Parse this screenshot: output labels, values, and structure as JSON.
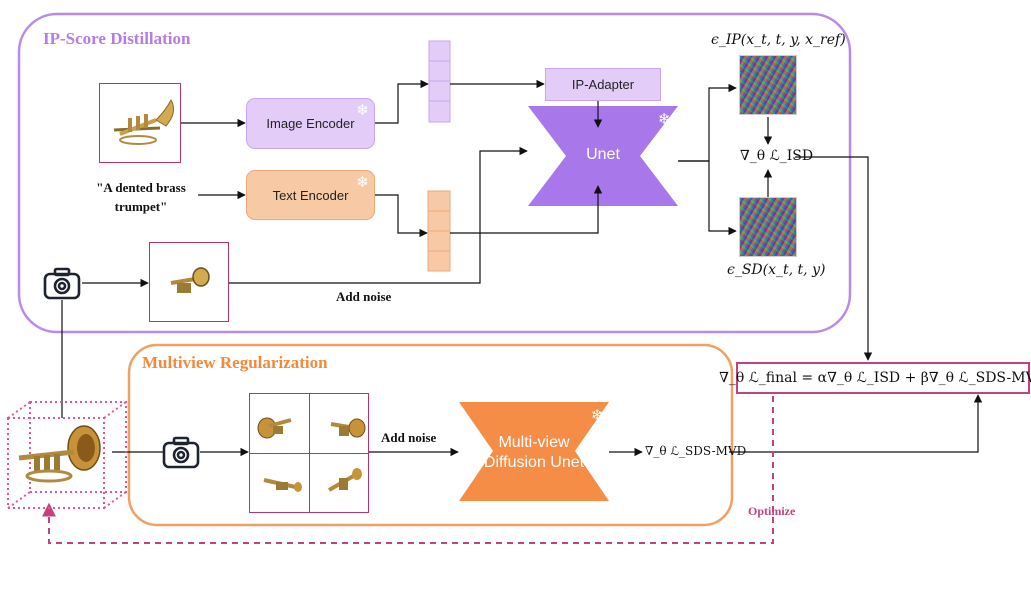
{
  "sections": {
    "isd_title": "IP-Score Distillation",
    "mv_title": "Multiview Regularization"
  },
  "blocks": {
    "image_encoder": "Image Encoder",
    "text_encoder": "Text Encoder",
    "ip_adapter": "IP-Adapter",
    "unet": "Unet",
    "mv_unet_line1": "Multi-view",
    "mv_unet_line2": "Diffusion Unet"
  },
  "text": {
    "prompt_line1": "\"A dented  brass",
    "prompt_line2": "trumpet\"",
    "add_noise_top": "Add noise",
    "add_noise_bottom": "Add noise",
    "optimize": "Optimize"
  },
  "math": {
    "eps_ip": "ϵ_IP(x_t, t, y, x_ref)",
    "eps_sd": "ϵ_SD(x_t, t, y)",
    "grad_isd": "∇_θ ℒ_ISD",
    "grad_sds_mvd": "∇_θ ℒ_SDS-MVD",
    "grad_final": "∇_θ ℒ_final = α∇_θ ℒ_ISD + β∇_θ ℒ_SDS-MVD"
  },
  "colors": {
    "isd_border": "#b98ae8",
    "isd_title": "#b57be6",
    "mv_border": "#f0a062",
    "mv_title": "#f28a3a",
    "image_encoder_fill": "#e3cdf8",
    "text_encoder_fill": "#f7c9a5",
    "unet_fill": "#a877ea",
    "mv_unet_fill": "#f58d46",
    "optimize": "#c2427f"
  },
  "icons": [
    "camera-icon",
    "snowflake-icon",
    "trumpet-image",
    "noise-image",
    "3d-bounding-box"
  ]
}
